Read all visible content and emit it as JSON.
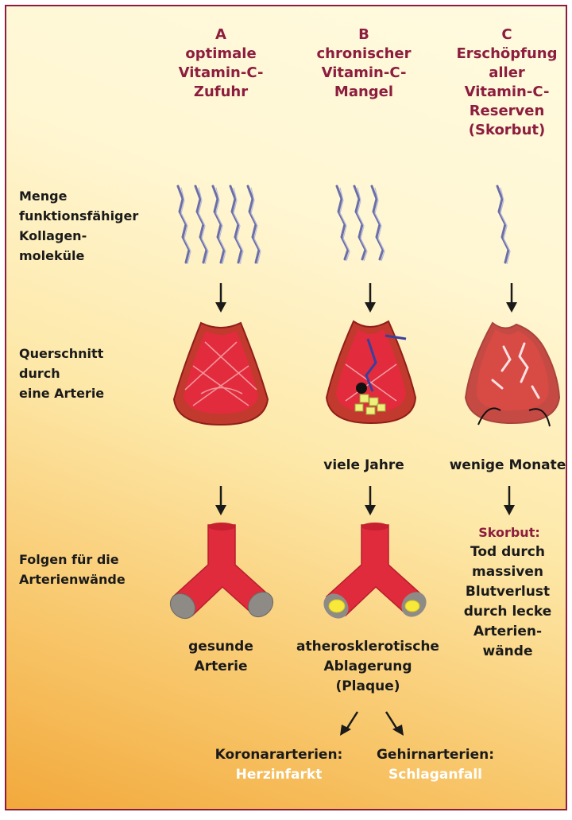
{
  "columns": [
    {
      "letter": "A",
      "lines": [
        "optimale",
        "Vitamin-C-",
        "Zufuhr"
      ]
    },
    {
      "letter": "B",
      "lines": [
        "chronischer",
        "Vitamin-C-",
        "Mangel"
      ]
    },
    {
      "letter": "C",
      "lines": [
        "Erschöpfung",
        "aller",
        "Vitamin-C-",
        "Reserven",
        "(Skorbut)"
      ]
    }
  ],
  "rows": {
    "collagen": [
      "Menge",
      "funktionsfähiger",
      "Kollagen-",
      "moleküle"
    ],
    "cross_section": [
      "Querschnitt",
      "durch",
      "eine Arterie"
    ],
    "consequences": [
      "Folgen für die",
      "Arterienwände"
    ]
  },
  "durations": {
    "b": "viele Jahre",
    "c": "wenige Monate"
  },
  "outcomes": {
    "a": [
      "gesunde",
      "Arterie"
    ],
    "b": [
      "atherosklerotische",
      "Ablagerung",
      "(Plaque)"
    ],
    "c_title": "Skorbut:",
    "c": [
      "Tod durch",
      "massiven",
      "Blutverlust",
      "durch lecke",
      "Arterien-",
      "wände"
    ]
  },
  "bottom": {
    "left_label": "Koronararterien:",
    "left_result": "Herzinfarkt",
    "right_label": "Gehirnarterien:",
    "right_result": "Schlaganfall"
  },
  "colors": {
    "accent": "#8c1d3e",
    "artery": "#d8283a",
    "plaque": "#f7e83a"
  }
}
